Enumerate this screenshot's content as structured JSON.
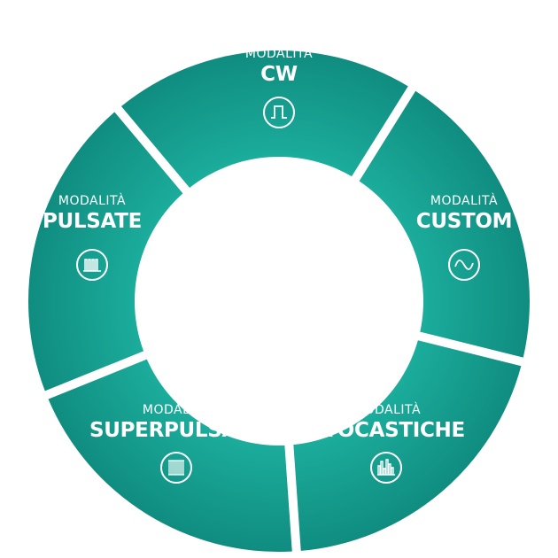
{
  "diagram": {
    "colors": {
      "ring_inner": "#1aa898",
      "ring_outer": "#0e8c7e",
      "text": "#ffffff",
      "gap": "#ffffff"
    },
    "segments": [
      {
        "id": "cw",
        "prefix": "MODALITÀ",
        "title": "CW",
        "icon": "square-wave-icon"
      },
      {
        "id": "custom",
        "prefix": "MODALITÀ",
        "title": "CUSTOM",
        "icon": "sine-wave-icon"
      },
      {
        "id": "stocastiche",
        "prefix": "MODALITÀ",
        "title": "STOCASTICHE",
        "icon": "random-pulses-icon"
      },
      {
        "id": "superpulsate",
        "prefix": "MODALITÀ",
        "title": "SUPERPULSATE",
        "icon": "dense-pulses-icon"
      },
      {
        "id": "pulsate",
        "prefix": "MODALITÀ",
        "title": "PULSATE",
        "icon": "pulse-train-icon"
      }
    ]
  }
}
